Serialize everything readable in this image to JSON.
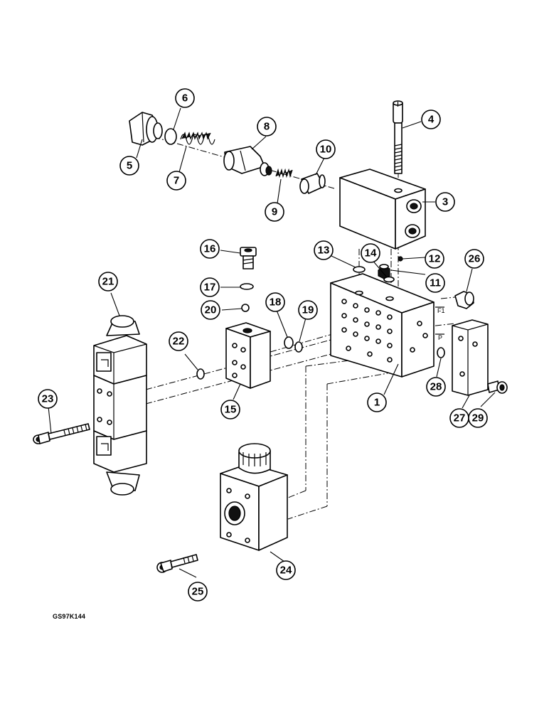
{
  "figure_code": "GS97K144",
  "port_labels": {
    "f1": "F1",
    "p": "P"
  },
  "callouts": [
    {
      "id": "1",
      "label": "1"
    },
    {
      "id": "3",
      "label": "3"
    },
    {
      "id": "4",
      "label": "4"
    },
    {
      "id": "5",
      "label": "5"
    },
    {
      "id": "6",
      "label": "6"
    },
    {
      "id": "7",
      "label": "7"
    },
    {
      "id": "8",
      "label": "8"
    },
    {
      "id": "9",
      "label": "9"
    },
    {
      "id": "10",
      "label": "10"
    },
    {
      "id": "11",
      "label": "11"
    },
    {
      "id": "12",
      "label": "12"
    },
    {
      "id": "13",
      "label": "13"
    },
    {
      "id": "14",
      "label": "14"
    },
    {
      "id": "15",
      "label": "15"
    },
    {
      "id": "16",
      "label": "16"
    },
    {
      "id": "17",
      "label": "17"
    },
    {
      "id": "18",
      "label": "18"
    },
    {
      "id": "19",
      "label": "19"
    },
    {
      "id": "20",
      "label": "20"
    },
    {
      "id": "21",
      "label": "21"
    },
    {
      "id": "22",
      "label": "22"
    },
    {
      "id": "23",
      "label": "23"
    },
    {
      "id": "24",
      "label": "24"
    },
    {
      "id": "25",
      "label": "25"
    },
    {
      "id": "26",
      "label": "26"
    },
    {
      "id": "27",
      "label": "27"
    },
    {
      "id": "28",
      "label": "28"
    },
    {
      "id": "29",
      "label": "29"
    }
  ]
}
